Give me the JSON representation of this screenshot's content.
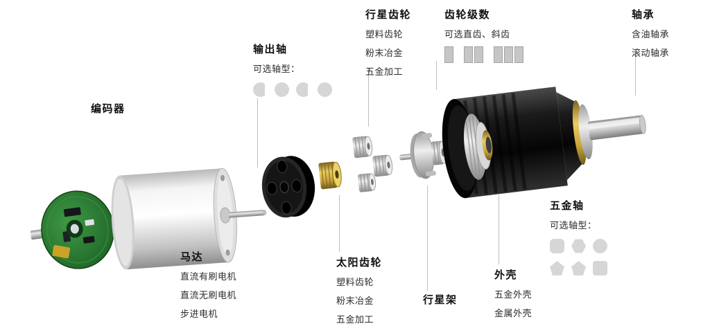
{
  "callouts": {
    "encoder": {
      "title": "编码器"
    },
    "output_shaft": {
      "title": "输出轴",
      "subtitle": "可选轴型：",
      "shapes": [
        "d-round",
        "circle",
        "d-round",
        "circle"
      ]
    },
    "planet_gear": {
      "title": "行星齿轮",
      "items": [
        "塑料齿轮",
        "粉末冶金",
        "五金加工"
      ]
    },
    "gear_stages": {
      "title": "齿轮级数",
      "subtitle": "可选直齿、斜齿",
      "groups": [
        1,
        2,
        3
      ]
    },
    "bearing": {
      "title": "轴承",
      "items": [
        "含油轴承",
        "滚动轴承"
      ]
    },
    "motor": {
      "title": "马达",
      "items": [
        "直流有刷电机",
        "直流无刷电机",
        "步进电机"
      ]
    },
    "sun_gear": {
      "title": "太阳齿轮",
      "items": [
        "塑料齿轮",
        "粉末冶金",
        "五金加工"
      ]
    },
    "planet_carrier": {
      "title": "行星架"
    },
    "housing": {
      "title": "外壳",
      "items": [
        "五金外壳",
        "金属外壳"
      ]
    },
    "metal_shaft": {
      "title": "五金轴",
      "subtitle": "可选轴型：",
      "shape_rows": [
        [
          "rounded-square",
          "hexagon",
          "circle"
        ],
        [
          "pentagon",
          "pentagon",
          "square"
        ]
      ]
    }
  },
  "colors": {
    "pcb_green": "#2e7d32",
    "brass": "#cfa53f",
    "housing_black": "#111111",
    "body_silver": "#e8e8e8",
    "label_text": "#101010",
    "leader_line": "#bdbdbd",
    "shape_gray": "#d6d6d6"
  }
}
